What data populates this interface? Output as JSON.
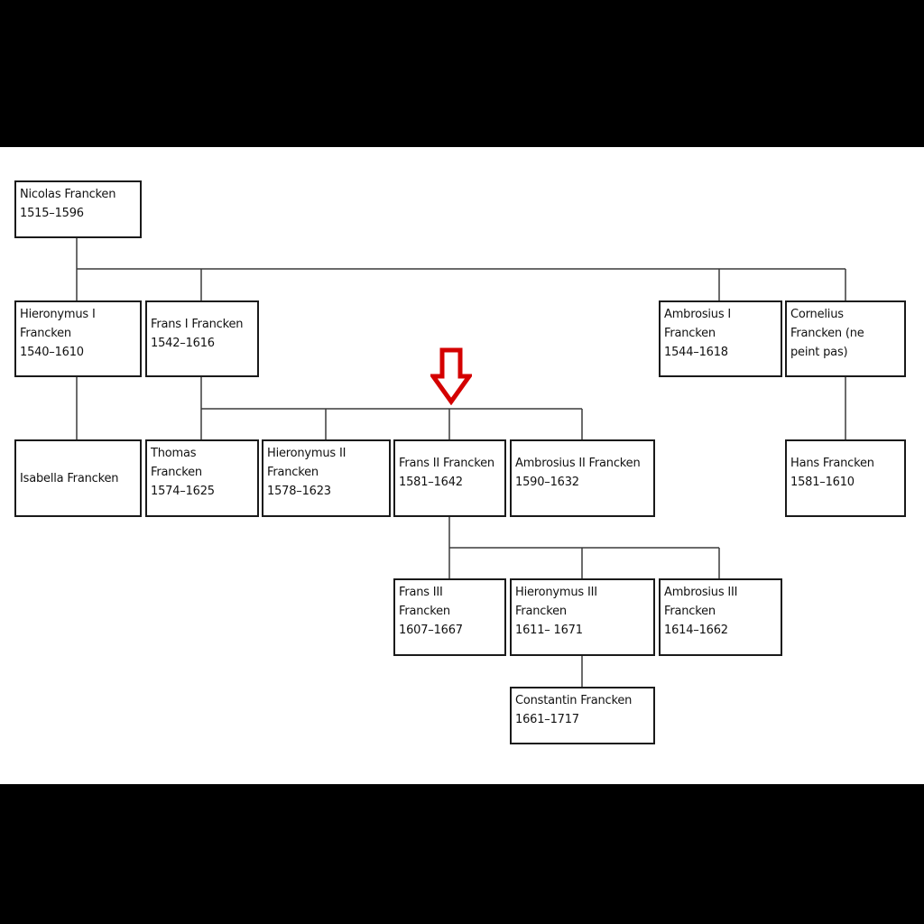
{
  "diagram": {
    "title": "",
    "highlight_color": "#d40000",
    "nodes": {
      "nicolas": {
        "name": "Nicolas Francken",
        "years": "1515–1596"
      },
      "hieronymus1": {
        "name": "Hieronymus I\nFrancken",
        "years": "1540–1610"
      },
      "frans1": {
        "name": "Frans I Francken",
        "years": "1542–1616"
      },
      "ambrosius1": {
        "name": "Ambrosius I\nFrancken",
        "years": "1544–1618"
      },
      "cornelius": {
        "name": "Cornelius\nFrancken (ne\npeint pas)",
        "years": ""
      },
      "isabella": {
        "name": "Isabella Francken",
        "years": ""
      },
      "thomas": {
        "name": "Thomas\nFrancken",
        "years": "1574–1625"
      },
      "hieronymus2": {
        "name": "Hieronymus II\nFrancken",
        "years": "1578–1623"
      },
      "frans2": {
        "name": "Frans II Francken",
        "years": "1581–1642"
      },
      "ambrosius2": {
        "name": "Ambrosius II Francken",
        "years": "1590–1632"
      },
      "hans": {
        "name": "Hans Francken",
        "years": "1581–1610"
      },
      "frans3": {
        "name": "Frans III\nFrancken",
        "years": "1607–1667"
      },
      "hieronymus3": {
        "name": "Hieronymus III\nFrancken",
        "years": "1611– 1671"
      },
      "ambrosius3": {
        "name": "Ambrosius III\nFrancken",
        "years": "1614–1662"
      },
      "constantin": {
        "name": "Constantin Francken",
        "years": "1661–1717"
      }
    }
  }
}
